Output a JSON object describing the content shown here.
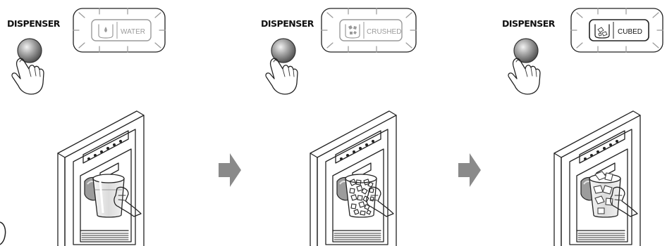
{
  "steps": [
    {
      "button_label": "DISPENSER",
      "mode_label": "WATER",
      "mode_icon": "water-glass-icon",
      "active": false
    },
    {
      "button_label": "DISPENSER",
      "mode_label": "CRUSHED",
      "mode_icon": "crushed-ice-glass-icon",
      "active": false
    },
    {
      "button_label": "DISPENSER",
      "mode_label": "CUBED",
      "mode_icon": "cubed-ice-glass-icon",
      "active": true
    }
  ],
  "arrows": [
    "right-arrow-icon",
    "right-arrow-icon"
  ],
  "colors": {
    "line": "#222222",
    "inactive_label": "#9a9a9a",
    "button_light": "#dcdcdc",
    "button_dark": "#6a6a6a",
    "arrow": "#8a8a8a"
  }
}
